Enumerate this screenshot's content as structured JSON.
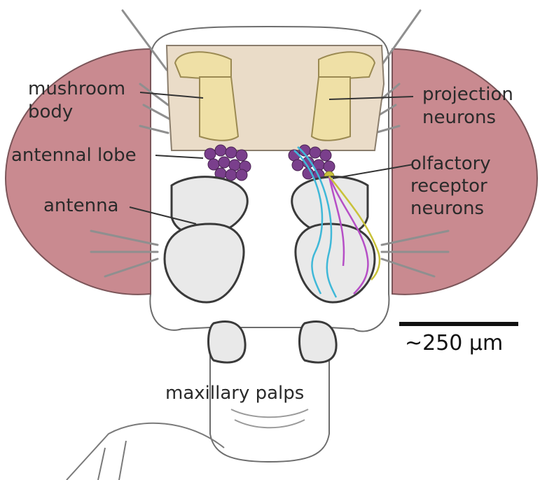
{
  "figure": {
    "labels": {
      "mushroom_body_line1": "mushroom",
      "mushroom_body_line2": "body",
      "antennal_lobe": "antennal lobe",
      "antenna": "antenna",
      "projection_line1": "projection",
      "projection_line2": "neurons",
      "olfactory_line1": "olfactory",
      "olfactory_line2": "receptor",
      "olfactory_line3": "neurons",
      "maxillary_palps": "maxillary palps"
    },
    "scale_bar": {
      "label": "~250 µm"
    },
    "colors": {
      "eye": "#c98a90",
      "brain_bg": "#eadcc8",
      "neuropil": "#efe0a6",
      "antennal_lobe": "#7a3f8c",
      "receptor_cyan": "#3fb8d8",
      "receptor_magenta": "#b64fc6",
      "receptor_yellow": "#c9c23a",
      "antenna_fill": "#e9e9e9"
    }
  }
}
